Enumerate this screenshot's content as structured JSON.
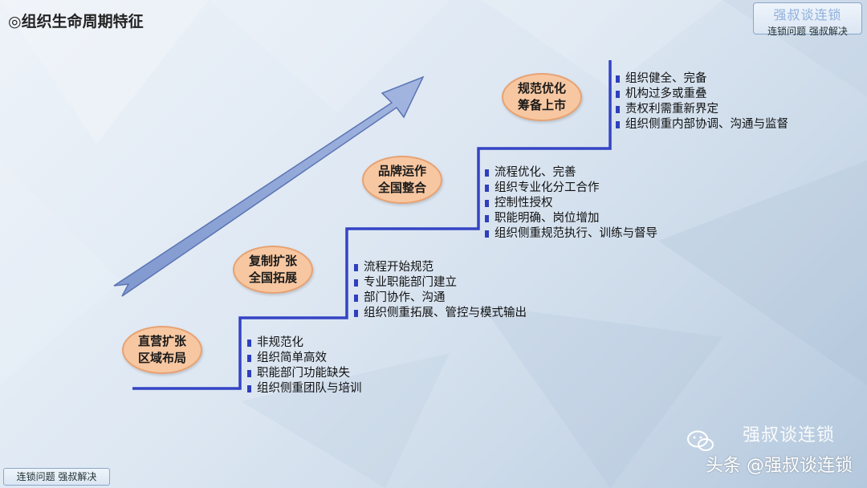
{
  "header": {
    "title": "◎组织生命周期特征"
  },
  "brand_box": {
    "name": "强叔谈连锁",
    "slogan": "连锁问题  强叔解决"
  },
  "footer": {
    "slogan": "连锁问题  强叔解决"
  },
  "stages": [
    {
      "line1": "直营扩张",
      "line2": "区域布局",
      "points": [
        "非规范化",
        "组织简单高效",
        "职能部门功能缺失",
        "组织侧重团队与培训"
      ]
    },
    {
      "line1": "复制扩张",
      "line2": "全国拓展",
      "points": [
        "流程开始规范",
        "专业职能部门建立",
        "部门协作、沟通",
        "组织侧重拓展、管控与模式输出"
      ]
    },
    {
      "line1": "品牌运作",
      "line2": "全国整合",
      "points": [
        "流程优化、完善",
        "组织专业化分工合作",
        "控制性授权",
        "职能明确、岗位增加",
        "组织侧重规范执行、训练与督导"
      ]
    },
    {
      "line1": "规范优化",
      "line2": "筹备上市",
      "points": [
        "组织健全、完备",
        "机构过多或重叠",
        "责权利需重新界定",
        "组织侧重内部协调、沟通与监督"
      ]
    }
  ],
  "watermark": {
    "account": "强叔谈连锁",
    "platform_label": "头条 @强叔谈连锁"
  },
  "colors": {
    "accent_blue": "#2f3fbf",
    "oval_fill": "#f7c7a1",
    "oval_border": "#e7a273",
    "arrow_fill": "#8ea6d8"
  }
}
